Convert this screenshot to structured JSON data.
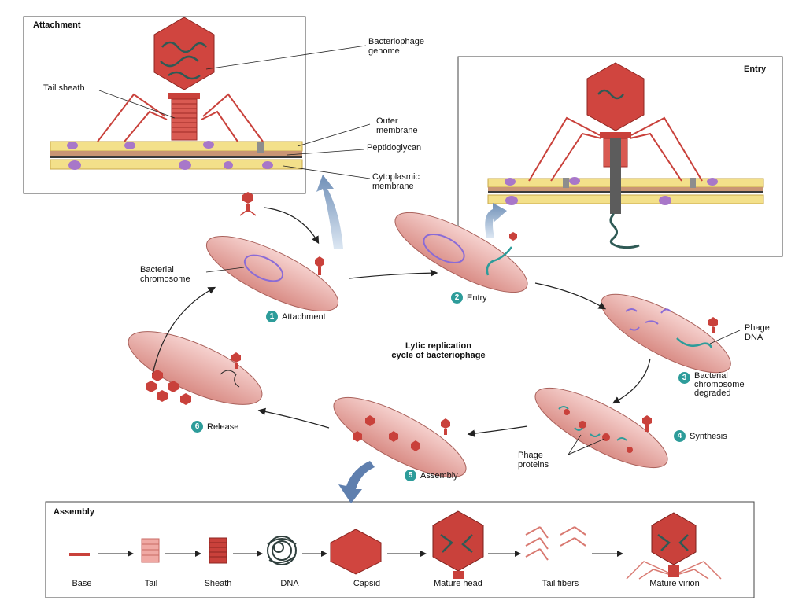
{
  "colors": {
    "cell": "#e9a9a4",
    "cell_dark": "#b86860",
    "phage": "#c9413b",
    "dna": "#2f5a55",
    "chromosome": "#8a6bd6",
    "teal": "#2d9c9a",
    "membrane_yellow": "#f3e08a",
    "protein": "#a877c9"
  },
  "attachment_box": {
    "title": "Attachment",
    "labels": {
      "genome": "Bacteriophage\ngenome",
      "tail_sheath": "Tail sheath",
      "outer_membrane": "Outer\nmembrane",
      "peptidoglycan": "Peptidoglycan",
      "cytoplasmic": "Cytoplasmic\nmembrane"
    }
  },
  "entry_box": {
    "title": "Entry"
  },
  "cycle": {
    "title": "Lytic replication\ncycle of bacteriophage",
    "steps": [
      {
        "num": "1",
        "label": "Attachment"
      },
      {
        "num": "2",
        "label": "Entry"
      },
      {
        "num": "3",
        "label": "Bacterial\nchromosome\ndegraded"
      },
      {
        "num": "4",
        "label": "Synthesis"
      },
      {
        "num": "5",
        "label": "Assembly"
      },
      {
        "num": "6",
        "label": "Release"
      }
    ],
    "labels": {
      "bacterial_chromosome": "Bacterial\nchromosome",
      "phage_dna": "Phage\nDNA",
      "phage_proteins": "Phage\nproteins"
    }
  },
  "assembly_box": {
    "title": "Assembly",
    "parts": [
      "Base",
      "Tail",
      "Sheath",
      "DNA",
      "Capsid",
      "Mature head",
      "Tail fibers",
      "Mature virion"
    ]
  }
}
